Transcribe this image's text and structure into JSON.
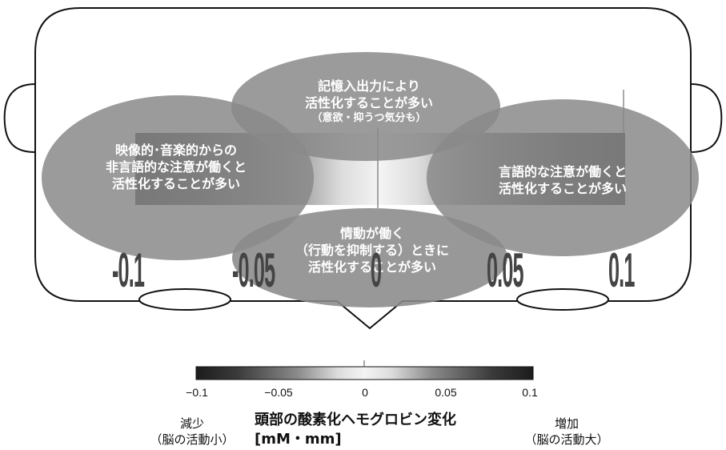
{
  "diagram": {
    "regions": {
      "top": {
        "line1": "記憶入出力により",
        "line2": "活性化することが多い",
        "line3": "（意欲・抑うつ気分も）"
      },
      "left": {
        "line1": "映像的･音楽的からの",
        "line2": "非言語的な注意が働くと",
        "line3": "活性化することが多い"
      },
      "right": {
        "line1": "言語的な注意が働くと",
        "line2": "活性化することが多い"
      },
      "bottom": {
        "line1": "情動が働く",
        "line2": "（行動を抑制する）ときに",
        "line3": "活性化することが多い"
      }
    },
    "overlay_ticks": [
      "-0.1",
      "-0.05",
      "0",
      "0.05",
      "0.1"
    ]
  },
  "colorbar": {
    "ticks": [
      "−0.1",
      "−0.05",
      "0",
      "0.05",
      "0.1"
    ],
    "min": -0.1,
    "max": 0.1
  },
  "legend": {
    "decrease_line1": "減少",
    "decrease_line2": "（脳の活動小）",
    "title_line1": "頭部の酸素化ヘモグロビン変化",
    "title_line2": "[mM・mm]",
    "increase_line1": "増加",
    "increase_line2": "（脳の活動大）"
  },
  "colors": {
    "region_fill": "#8a8a8a",
    "dark_end": "#1c1c1c",
    "light_center": "#f2f2f2",
    "outline": "#111111"
  }
}
